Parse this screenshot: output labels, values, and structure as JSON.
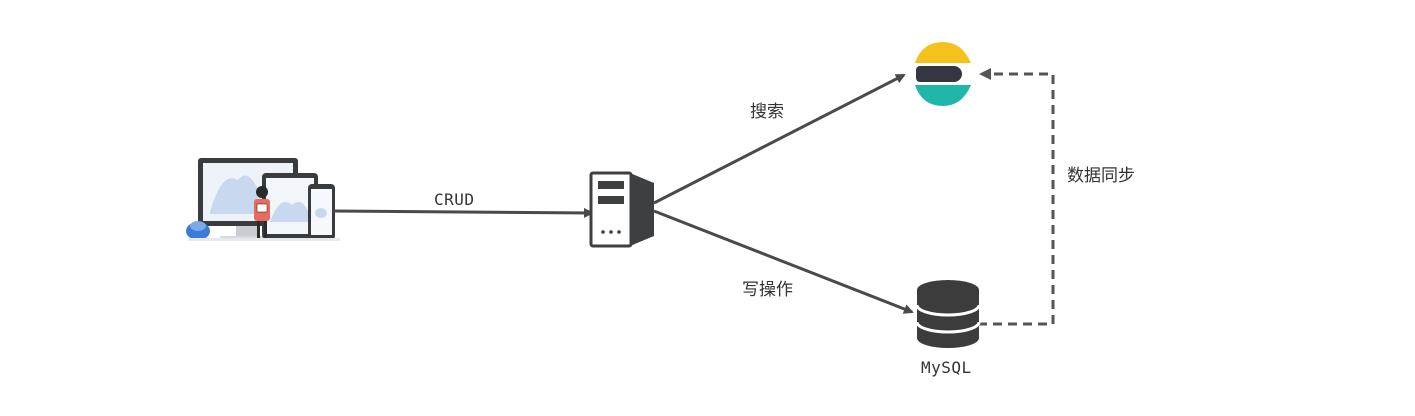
{
  "labels": {
    "crud": "CRUD",
    "search": "搜索",
    "write": "写操作",
    "sync": "数据同步",
    "mysql": "MySQL"
  },
  "icons": {
    "client": "devices-illustration-icon",
    "server": "server-icon",
    "search_engine": "elasticsearch-logo-icon",
    "database": "database-icon"
  },
  "colors": {
    "arrow": "#4a4a4a",
    "dashed": "#555555",
    "server": "#3d3f41",
    "es_yellow": "#f4c21b",
    "es_dark": "#343741",
    "es_teal": "#1fb7a7",
    "db": "#3c3c3c"
  }
}
